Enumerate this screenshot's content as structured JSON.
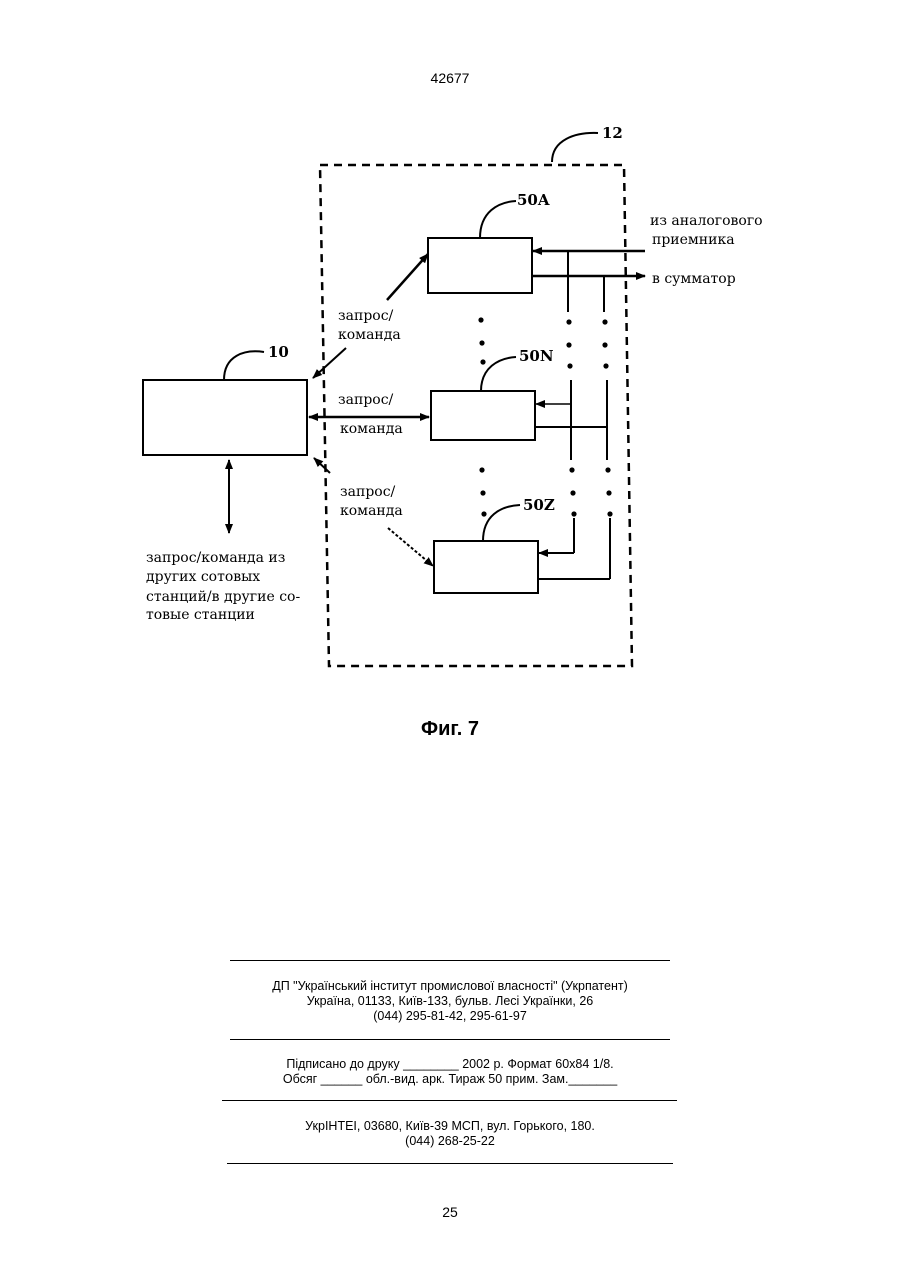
{
  "page": {
    "number_top": "42677",
    "number_bottom": "25",
    "figure_caption": "Фиг. 7"
  },
  "diagram": {
    "labels": {
      "ref_12": "12",
      "ref_10": "10",
      "ref_50a": "50A",
      "ref_50n": "50N",
      "ref_50z": "50Z",
      "from_analog_line1": "из аналогового",
      "from_analog_line2": "приемника",
      "to_summator": "в сумматор",
      "request_line1": "запрос/",
      "request_line2": "команда",
      "others_line1": "запрос/команда из",
      "others_line2": "других сотовых",
      "others_line3": "станций/в другие со-",
      "others_line4": "товые станции"
    }
  },
  "footer": {
    "block1": [
      "ДП \"Український інститут промислової власності\" (Укрпатент)",
      "Україна, 01133, Київ-133, бульв. Лесі Українки, 26",
      "(044) 295-81-42, 295-61-97"
    ],
    "block2": [
      "Підписано до друку ________ 2002 р.    Формат 60х84 1/8.",
      "Обсяг ______ обл.-вид. арк.   Тираж 50 прим.    Зам._______"
    ],
    "block3": [
      "УкрІНТЕІ, 03680, Київ-39 МСП, вул. Горького, 180.",
      "(044) 268-25-22"
    ]
  }
}
